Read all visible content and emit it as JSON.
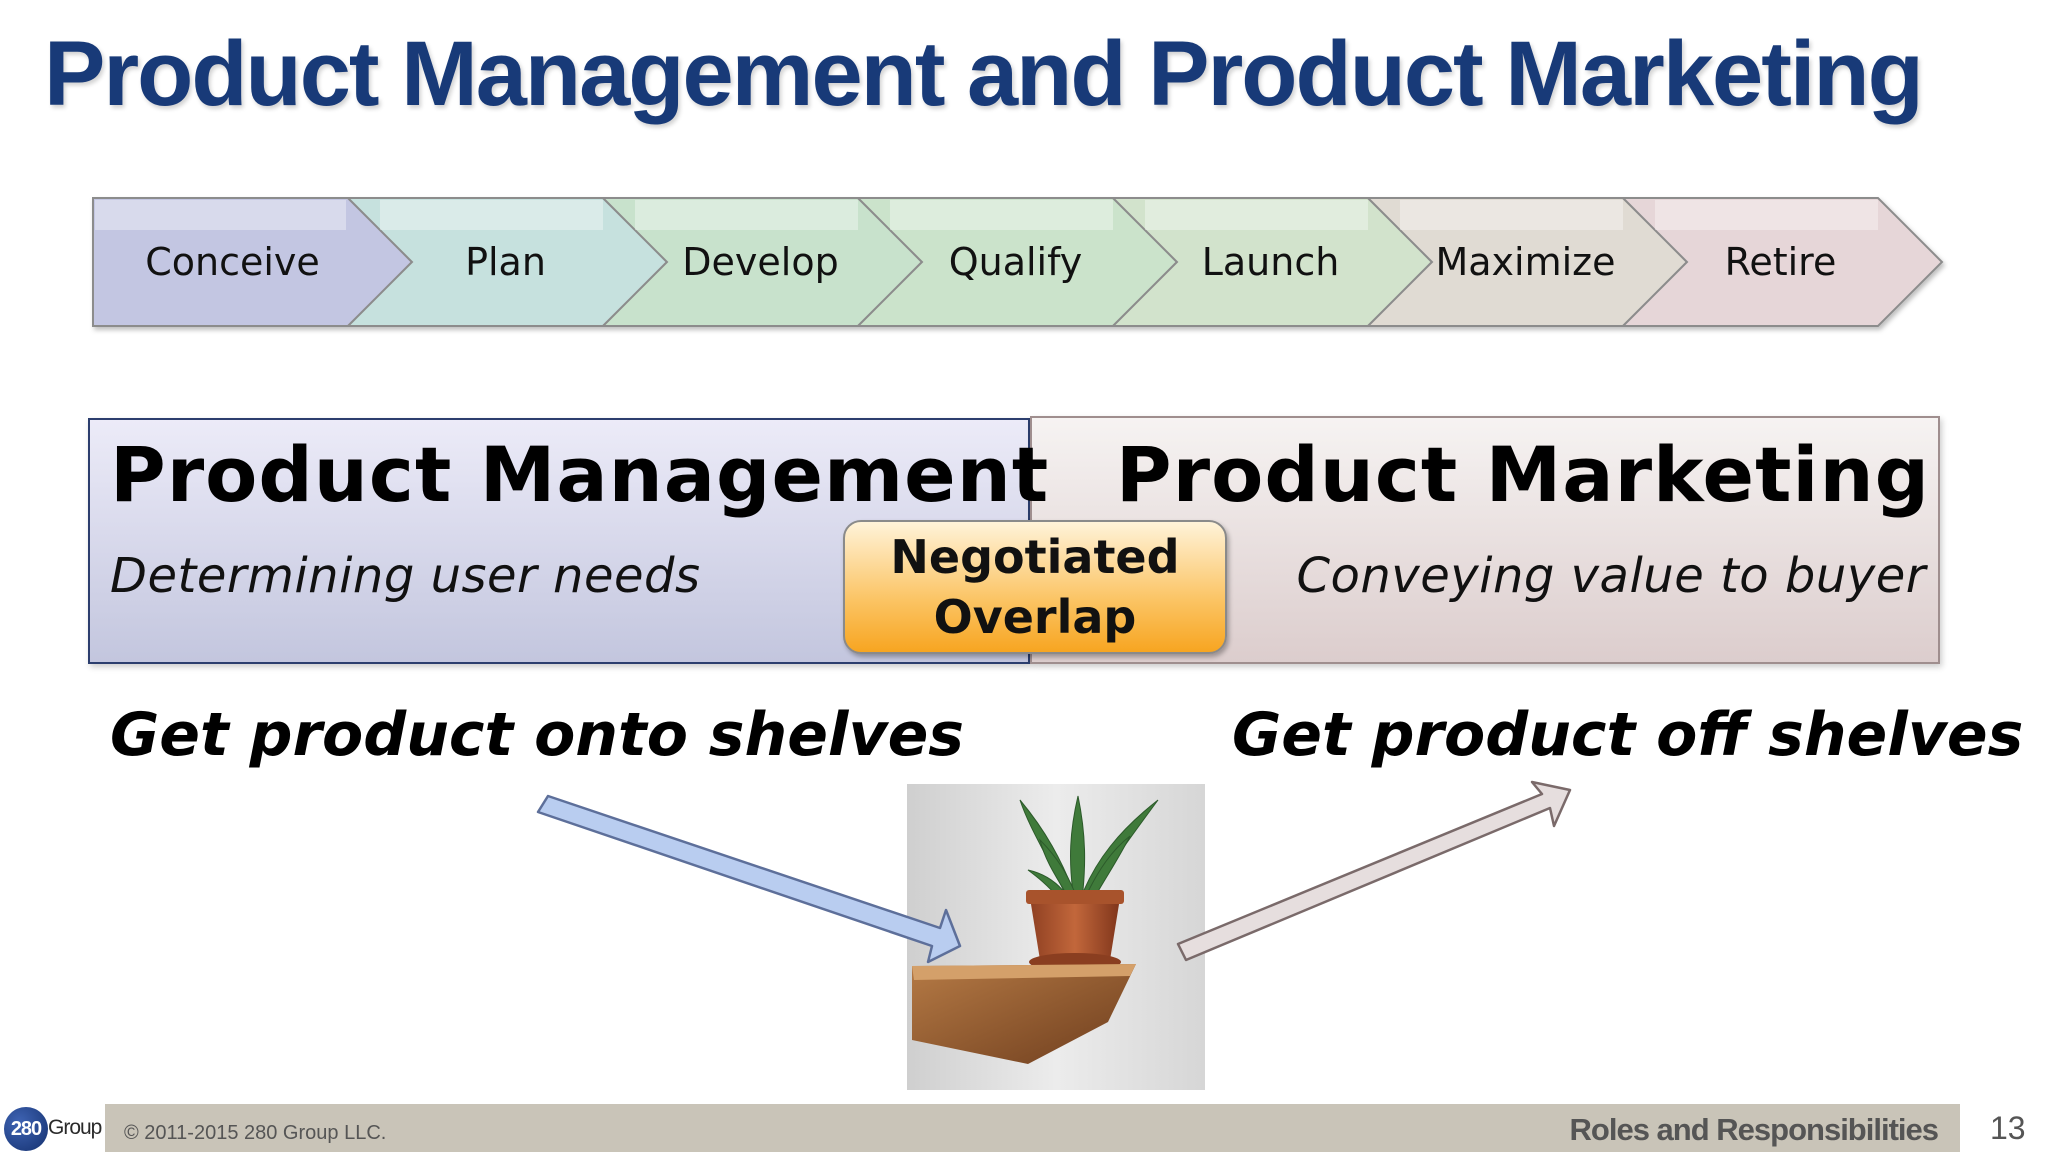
{
  "title": "Product Management and Product Marketing",
  "lifecycle": {
    "stages": [
      {
        "label": "Conceive",
        "color": "#c3c6e2"
      },
      {
        "label": "Plan",
        "color": "#c6e1de"
      },
      {
        "label": "Develop",
        "color": "#c8e2cc"
      },
      {
        "label": "Qualify",
        "color": "#cbe3cb"
      },
      {
        "label": "Launch",
        "color": "#d2e3cc"
      },
      {
        "label": "Maximize",
        "color": "#e0dbd3"
      },
      {
        "label": "Retire",
        "color": "#e6d6d8"
      }
    ]
  },
  "management": {
    "title": "Product Management",
    "subtitle": "Determining user needs",
    "shelf_text": "Get product onto shelves"
  },
  "marketing": {
    "title": "Product Marketing",
    "subtitle": "Conveying value to buyer",
    "shelf_text": "Get product off shelves"
  },
  "overlap": {
    "line1": "Negotiated",
    "line2": "Overlap"
  },
  "footer": {
    "logo_number": "280",
    "logo_word": "Group",
    "copyright": "© 2011-2015 280 Group LLC.",
    "section": "Roles and Responsibilities",
    "page_number": "13"
  },
  "colors": {
    "title": "#183a78",
    "arrow_in": "#b9cdf0",
    "arrow_out": "#e6dede",
    "overlap_badge": "#f7a521"
  }
}
